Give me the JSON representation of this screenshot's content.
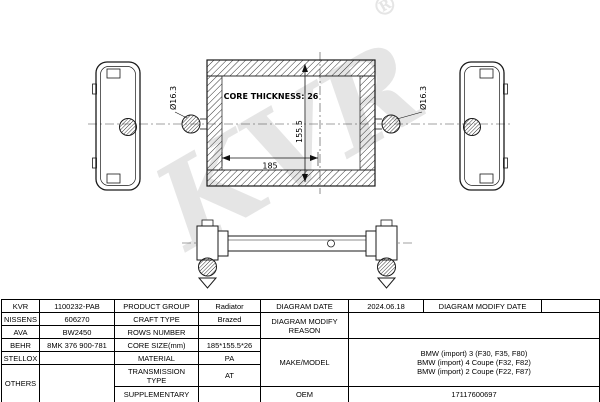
{
  "diagram": {
    "watermark": "KVR",
    "watermark_reg": "®",
    "dims": {
      "port_left": "Ø16.3",
      "port_right": "Ø16.3",
      "core_thickness": "CORE THICKNESS: 26",
      "core_height": "155.5",
      "core_width": "185"
    }
  },
  "table": {
    "brands": [
      {
        "name": "KVR",
        "number": "1100232-PAB"
      },
      {
        "name": "NISSENS",
        "number": "606270"
      },
      {
        "name": "AVA",
        "number": "BW2450"
      },
      {
        "name": "BEHR",
        "number": "8MK 376 900-781"
      },
      {
        "name": "STELLOX",
        "number": ""
      },
      {
        "name": "OTHERS",
        "number": ""
      }
    ],
    "props": [
      {
        "label": "PRODUCT GROUP",
        "value": "Radiator"
      },
      {
        "label": "CRAFT TYPE",
        "value": "Brazed"
      },
      {
        "label": "ROWS NUMBER",
        "value": ""
      },
      {
        "label": "CORE SIZE(mm)",
        "value": "185*155.5*26"
      },
      {
        "label": "MATERIAL",
        "value": "PA"
      },
      {
        "label": "TRANSMISSION TYPE",
        "value": "AT"
      },
      {
        "label": "SUPPLEMENTARY",
        "value": ""
      }
    ],
    "right": {
      "diagram_date_label": "DIAGRAM DATE",
      "diagram_date_value": "2024.06.18",
      "diagram_modify_date_label": "DIAGRAM MODIFY DATE",
      "diagram_modify_date_value": "",
      "diagram_modify_reason_label": "DIAGRAM MODIFY REASON",
      "diagram_modify_reason_value": "",
      "make_model_label": "MAKE/MODEL",
      "make_model_lines": [
        "BMW (import) 3 (F30, F35, F80)",
        "BMW (import) 4 Coupe (F32, F82)",
        "BMW (import) 2 Coupe (F22, F87)"
      ],
      "oem_label": "OEM",
      "oem_value": "17117600697"
    }
  }
}
